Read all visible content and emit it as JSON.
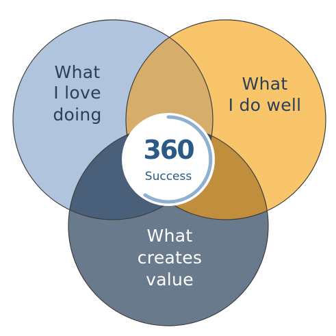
{
  "venn": {
    "circles": [
      {
        "key": "love",
        "lines": [
          "What",
          "I love",
          "doing"
        ],
        "fill": "#b0c5dd",
        "text_color": "#2b3f57"
      },
      {
        "key": "well",
        "lines": [
          "What",
          "I do well"
        ],
        "fill": "#f8c56b",
        "text_color": "#2b3f57"
      },
      {
        "key": "value",
        "lines": [
          "What",
          "creates",
          "value"
        ],
        "fill": "#697a8c",
        "text_color": "#ffffff"
      }
    ],
    "overlaps": {
      "love_well": "#d6ad6a",
      "love_value": "#4a5f79",
      "well_value": "#c08e3c",
      "center": "#3a4f66"
    },
    "outline_color": "#3c3c3c"
  },
  "logo": {
    "number": "360",
    "word": "Success",
    "number_color": "#2a5a85",
    "word_color": "#2a5a85",
    "ring_color": "#8fb0cf",
    "bg": "#ffffff"
  }
}
